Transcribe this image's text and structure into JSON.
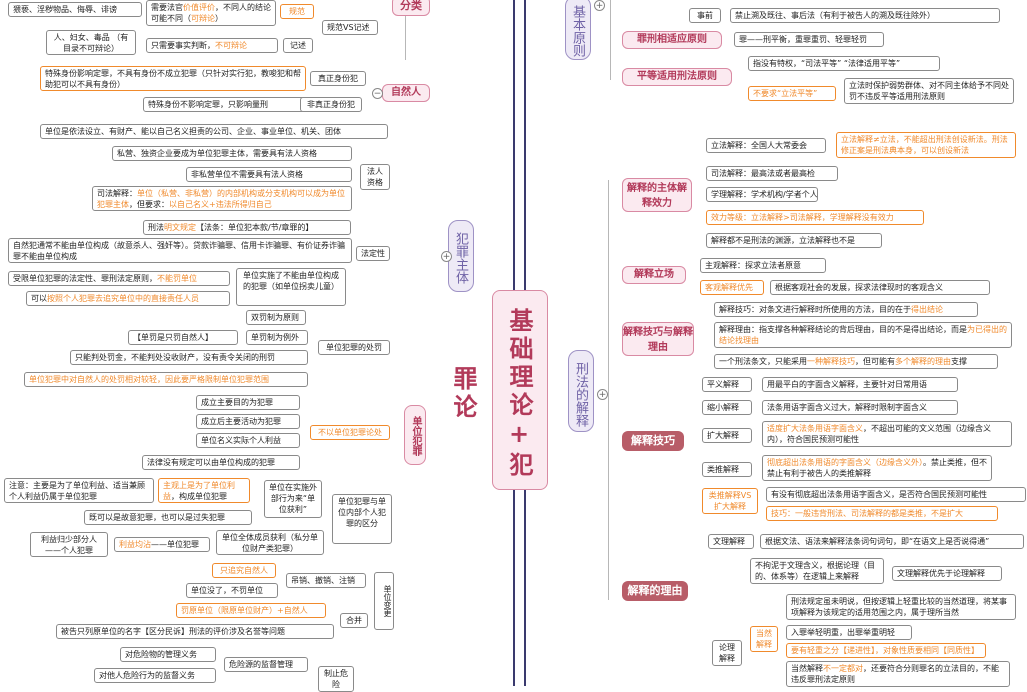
{
  "center": {
    "title": "基础理论+犯罪论"
  },
  "left": {
    "fenlei": "分类",
    "r1_left": "猥亵、淫秽物品、侮辱、诽谤",
    "r1_mid_a": "需要法官",
    "r1_mid_b": "价值评价",
    "r1_mid_c": "，不同人的结论可能不同（",
    "r1_mid_d": "可辩论",
    "r1_mid_e": "）",
    "guifan": "规范",
    "guifan_vs": "规范VS记述",
    "r3_left": "人、妇女、毒品\n（有目录不可辩论）",
    "r3_mid_a": "只需要事实判断，",
    "r3_mid_b": "不可辩论",
    "jishu": "记述",
    "ziranren": "自然人",
    "zr_a": "特殊身份影响定罪，不具有身份不成立犯罪（只针对实行犯，教唆犯和帮助犯可以不具有身份）",
    "zr_a_kw": "特殊身份影响定罪",
    "zr_a_label": "真正身份犯",
    "zr_b": "特殊身份不影响定罪，只影响量刑",
    "zr_b_label": "非真正身份犯",
    "danwei_def": "单位是依法设立、有财产、能以自己名义担责的公司、企业、事业单位、机关、团体",
    "faren_1": "私营、独资企业要成为单位犯罪主体，需要具有法人资格",
    "faren_2": "非私营单位不需要具有法人资格",
    "faren_3a": "司法解释：",
    "faren_3b": "单位（私营、非私营）的内部机构或分支机构可以成为单位犯罪主体",
    "faren_3c": "，但要求：",
    "faren_3d": "以自己名义+违法所得归自己",
    "faren_label": "法人资格",
    "fd_1a": "刑法",
    "fd_1b": "明文规定",
    "fd_1c": "【法条：单位犯本款/节/章罪的】",
    "fd_2": "自然犯通常不能由单位构成（故意杀人、强奸等）。贷款诈骗罪、信用卡诈骗罪、有价证券诈骗罪不能由单位构成",
    "fd_label": "法定性",
    "nb_1a": "受限单位犯罪的法定性、罪刑法定原则，",
    "nb_1b": "不能罚单位",
    "nb_2a": "可以",
    "nb_2b": "按照个人犯罪去追究单位中的直接责任人员",
    "nb_label": "单位实施了不能由单位构成的犯罪（如单位拐卖儿童）",
    "fanzui_zhuti": "犯罪主体",
    "cf_1": "双罚制为原则",
    "cf_2a": "【单罚是只罚自然人】",
    "cf_2b": "单罚制为例外",
    "cf_3": "只能判处罚金，不能判处没收财产，没有责令关闭的刑罚",
    "cf_4a": "单位犯罪中对自然人的处罚相对较轻，因此要",
    "cf_4b": "严格限制单位犯罪范围",
    "cf_label": "单位犯罪的处罚",
    "bk_1": "成立主要目的为犯罪",
    "bk_2": "成立后主要活动为犯罪",
    "bk_3": "单位名义实际个人利益",
    "bk_4": "法律没有规定可以由单位构成的犯罪",
    "bk_label": "不以单位犯罪论处",
    "danwei_fanzui": "单位犯罪",
    "qf_1": "注意：主要是为了单位利益、适当兼顾个人利益仍属于单位犯罪",
    "qf_2a": "主观上是为了单位利益",
    "qf_2b": "，构成单位犯罪",
    "qf_3": "单位在实施外部行为来“单位获利”",
    "qf_4": "既可以是故意犯罪，也可以是过失犯罪",
    "qf_5a": "利益归少部分人",
    "qf_5b": "——个人犯罪",
    "qf_6a": "利益均沾",
    "qf_6b": "——单位犯罪",
    "qf_7": "单位全体成员获利（私分单位财产类犯罪）",
    "qf_label": "单位犯罪与单位内部个人犯罪的区分",
    "bg_1": "只追究自然人",
    "bg_2": "吊销、撤销、注销",
    "bg_3": "单位没了，不罚单位",
    "bg_4a": "罚原单位（限原单位财产）",
    "bg_4b": "+自然人",
    "bg_5": "合并",
    "bg_6": "被告只列原单位的名字【区分民诉】刑法的评价涉及名誉等问题",
    "bg_label": "单位变更",
    "wx_1": "对危险物的管理义务",
    "wx_2": "对他人危险行为的监督义务",
    "wx_label": "危险源的监督管理",
    "wx_3": "制止危险"
  },
  "right": {
    "jiben_yuanze": "基本原则",
    "shiqian_label": "事前",
    "shiqian_text": "禁止溯及既往、事后法（有利于被告人的溯及既往除外）",
    "zxxs": "罪刑相适应原则",
    "zxxs_text": "罪——刑平衡，重罪重罚、轻罪轻罚",
    "pd_1": "指没有特权，“司法平等” “法律适用平等”",
    "pd_2": "不要求“立法平等”",
    "pd_3": "立法时保护弱势群体、对不同主体给予不同处罚不违反平等适用刑法原则",
    "pd_3_kw": "不违反",
    "pd_label": "平等适用刑法原则",
    "jx_1": "立法解释：全国人大常委会",
    "jx_1b": "立法解释≠立法，不能超出刑法创设新法。刑法修正案是刑法典本身，可以创设新法",
    "jx_2": "司法解释：最高法或者最高检",
    "jx_3": "学理解释：学术机构/学者个人",
    "jx_4": "效力等级：立法解释>司法解释，学理解释没有效力",
    "jx_5": "解释都不是刑法的渊源，立法解释也不是",
    "jx_label": "解释的主体解释效力",
    "lc_1": "主观解释：探求立法者原意",
    "lc_2": "客观解释优先",
    "lc_2b": "根据客观社会的发展，探求法律现时的客观含义",
    "lc_label": "解释立场",
    "jq_1a": "解释技巧：对条文进行解释时所使用的方法，目的在于",
    "jq_1b": "得出结论",
    "jq_2a": "解释理由：指支撑各种解释结论的背后理由，目的不是得出结论，而是",
    "jq_2b": "为已得出的结论找理由",
    "jq_3a": "一个刑法条文，只能采用",
    "jq_3b": "一种解释技巧",
    "jq_3c": "，但可能有",
    "jq_3d": "多个解释的理由",
    "jq_3e": "支撑",
    "jq_label": "解释技巧与解释理由",
    "xingfa_jieshi": "刑法的解释",
    "jj_1": "平义解释",
    "jj_1b": "用最平白的字面含义解释，主要针对日常用语",
    "jj_2": "缩小解释",
    "jj_2b": "法条用语字面含义过大，解释时限制字面含义",
    "jj_3": "扩大解释",
    "jj_3a": "适度扩大法条用语字面含义",
    "jj_3b": "，不超出可能的文义范围（边缘含义内），符合国民预测可能性",
    "jj_4": "类推解释",
    "jj_4a": "彻底超出法条用语的字面含义（边缘含义外）",
    "jj_4b": "。禁止类推，但不禁止有利于被告人的类推解释",
    "jj_5": "类推解释VS扩大解释",
    "jj_5a": "有没有彻底超出法条用语字面含义，是否符合国民预测可能性",
    "jj_5b": "技巧：一般违背刑法、司法解释的都是类推，不是扩大",
    "jj_label": "解释技巧",
    "ly_1": "文理解释",
    "ly_1b": "根据文法、语法来解释法条词句词句，即“在语文上是否说得通”",
    "ly_2": "不拘泥于文理含义，根据论理（目的、体系等）在逻辑上来解释",
    "ly_2b": "文理解释优先于论理解释",
    "ly_3": "刑法规定虽未明说，但按逻辑上轻重比较的当然道理，将某事项解释为该规定的适用范围之内，属于理所当然",
    "ly_4": "入罪举轻明重，出罪举重明轻",
    "ly_5": "要有轻重之分【递进性】，对象性质要相同【同质性】",
    "ly_6a": "当然解释",
    "ly_6b": "不一定都对",
    "ly_6c": "，还要符合分则罪名的立法目的，不能违反罪刑法定原则",
    "ly_6": "当然解释",
    "dangran": "当然解释",
    "lunli": "论理解释",
    "ly_label": "解释的理由"
  },
  "colors": {
    "orange": "#f08a2c",
    "pink_bg": "#fbeaf0",
    "pink_border": "#d98aa3",
    "red_node": "#b85d68",
    "lavender": "#eeeaf6",
    "dark_bar": "#3a3a6e"
  }
}
